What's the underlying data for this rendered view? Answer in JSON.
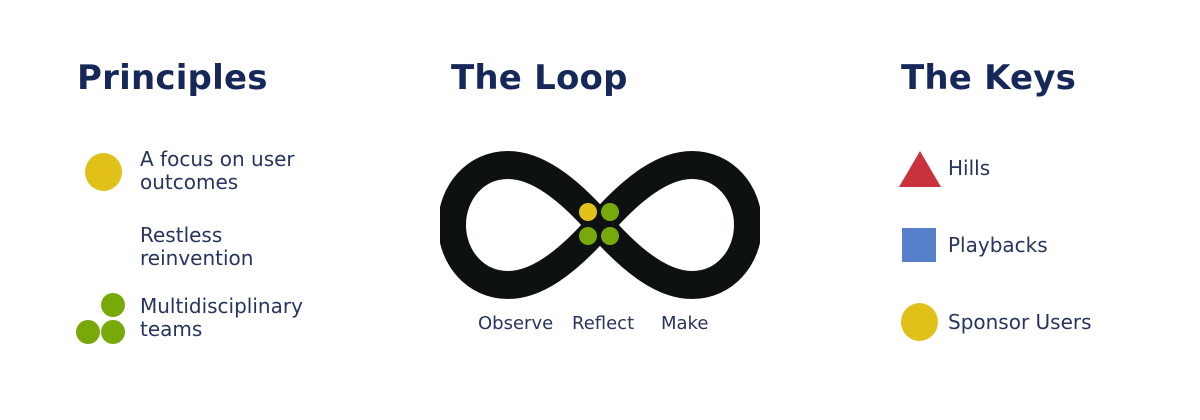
{
  "principles": {
    "heading": "Principles",
    "items": [
      {
        "line1": "A focus on user",
        "line2": "outcomes",
        "icon": "yellow-circle-icon"
      },
      {
        "line1": "Restless",
        "line2": "reinvention",
        "icon": ""
      },
      {
        "line1": "Multidisciplinary",
        "line2": "teams",
        "icon": "green-dots-cluster-icon"
      }
    ]
  },
  "loop": {
    "heading": "The Loop",
    "labels": [
      "Observe",
      "Reflect",
      "Make"
    ],
    "icon": "infinity-loop-icon"
  },
  "keys": {
    "heading": "The Keys",
    "items": [
      {
        "label": "Hills",
        "icon": "red-triangle-icon"
      },
      {
        "label": "Playbacks",
        "icon": "blue-square-icon"
      },
      {
        "label": "Sponsor Users",
        "icon": "yellow-circle-icon"
      }
    ]
  },
  "colors": {
    "heading": "#16275a",
    "text": "#27345e",
    "yellow": "#e2c01a",
    "green": "#78a90b",
    "red": "#c9323c",
    "blue": "#5680c9",
    "loop": "#0e1111"
  }
}
